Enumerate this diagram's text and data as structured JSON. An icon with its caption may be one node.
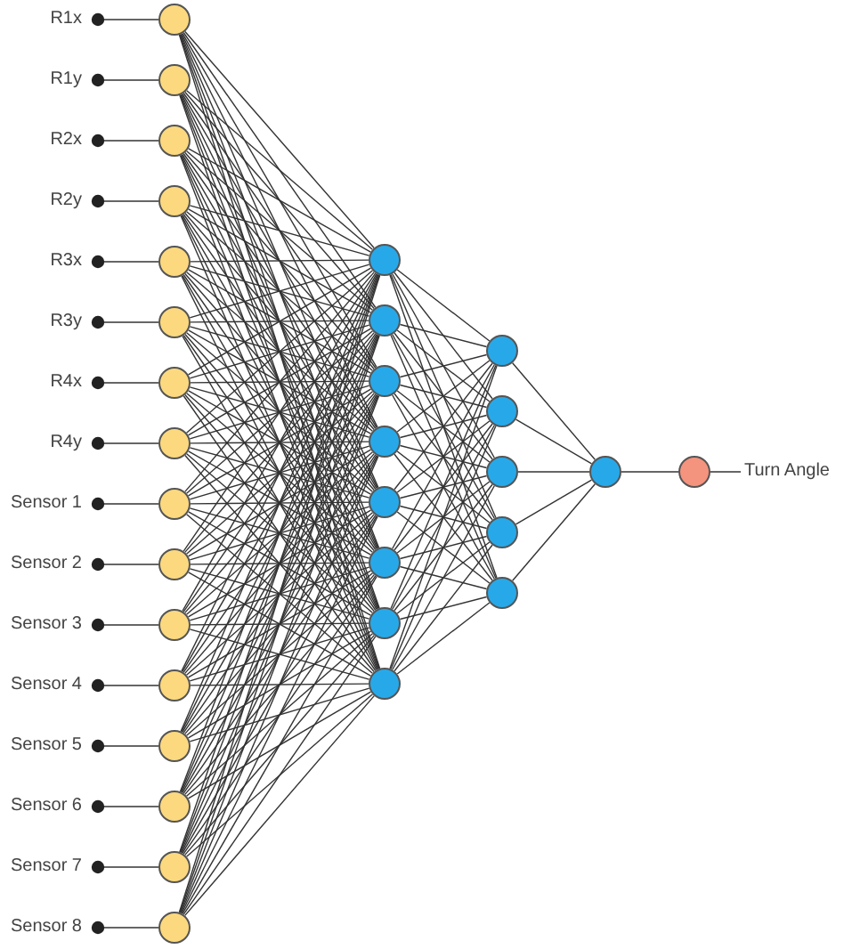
{
  "diagram": {
    "nodes": [
      {
        "text": [
          "R1x"
        ]
      },
      {
        "text": [
          "R1y"
        ]
      },
      {
        "text": [
          "R2x"
        ]
      },
      {
        "text": [
          "R2y"
        ]
      },
      {
        "text": [
          "R3x"
        ]
      },
      {
        "text": [
          "R3y"
        ]
      },
      {
        "text": [
          "R4x"
        ]
      },
      {
        "text": [
          "R4y"
        ]
      },
      {
        "text": [
          "Sensor 1"
        ]
      },
      {
        "text": [
          "Sensor 2"
        ]
      },
      {
        "text": [
          "Sensor 3"
        ]
      },
      {
        "text": [
          "Sensor 4"
        ]
      },
      {
        "text": [
          "Sensor 5"
        ]
      },
      {
        "text": [
          "Sensor 6"
        ]
      },
      {
        "text": [
          "Sensor 7"
        ]
      },
      {
        "text": [
          "Sensor 8"
        ]
      },
      {
        "text": [],
        "shape": "circle"
      },
      {
        "text": [],
        "shape": "circle"
      },
      {
        "text": [],
        "shape": "circle"
      },
      {
        "text": [],
        "shape": "circle"
      },
      {
        "text": [],
        "shape": "circle"
      },
      {
        "text": [],
        "shape": "circle"
      },
      {
        "text": [],
        "shape": "circle"
      },
      {
        "text": [],
        "shape": "circle"
      },
      {
        "text": [],
        "shape": "circle"
      },
      {
        "text": [],
        "shape": "circle"
      },
      {
        "text": [],
        "shape": "circle"
      },
      {
        "text": [],
        "shape": "circle"
      },
      {
        "text": [],
        "shape": "circle"
      },
      {
        "text": [],
        "shape": "circle"
      },
      {
        "text": [],
        "shape": "circle"
      },
      {
        "text": [],
        "shape": "circle"
      },
      {
        "text": [],
        "shape": "circle"
      },
      {
        "text": [],
        "shape": "circle"
      },
      {
        "text": [],
        "shape": "circle"
      },
      {
        "text": [],
        "shape": "circle"
      },
      {
        "text": [],
        "shape": "circle"
      },
      {
        "text": [],
        "shape": "circle"
      },
      {
        "text": [],
        "shape": "circle"
      },
      {
        "text": [],
        "shape": "circle"
      },
      {
        "text": [],
        "shape": "circle"
      },
      {
        "text": [],
        "shape": "circle"
      },
      {
        "text": [],
        "shape": "circle"
      },
      {
        "text": [],
        "shape": "circle"
      },
      {
        "text": [],
        "shape": "circle"
      },
      {
        "text": [],
        "shape": "circle"
      },
      {
        "text": [],
        "shape": "circle"
      },
      {
        "text": [
          "Turn Angle"
        ]
      }
    ],
    "edges": [
      {
        "from": 0,
        "to": 16,
        "arrow": "other"
      },
      {
        "from": 1,
        "to": 17,
        "arrow": "other"
      },
      {
        "from": 2,
        "to": 18,
        "arrow": "other"
      },
      {
        "from": 3,
        "to": 19,
        "arrow": "other"
      },
      {
        "from": 4,
        "to": 20,
        "arrow": "other"
      },
      {
        "from": 5,
        "to": 21,
        "arrow": "other"
      },
      {
        "from": 6,
        "to": 22,
        "arrow": "other"
      },
      {
        "from": 7,
        "to": 23,
        "arrow": "other"
      },
      {
        "from": 8,
        "to": 24,
        "arrow": "other"
      },
      {
        "from": 9,
        "to": 25,
        "arrow": "other"
      },
      {
        "from": 10,
        "to": 26,
        "arrow": "other"
      },
      {
        "from": 11,
        "to": 27,
        "arrow": "other"
      },
      {
        "from": 12,
        "to": 28,
        "arrow": "other"
      },
      {
        "from": 13,
        "to": 29,
        "arrow": "other"
      },
      {
        "from": 14,
        "to": 30,
        "arrow": "other"
      },
      {
        "from": 15,
        "to": 31,
        "arrow": "other"
      },
      {
        "from": 16,
        "to": 32,
        "arrow": "none"
      },
      {
        "from": 16,
        "to": 33,
        "arrow": "none"
      },
      {
        "from": 16,
        "to": 34,
        "arrow": "none"
      },
      {
        "from": 16,
        "to": 35,
        "arrow": "none"
      },
      {
        "from": 16,
        "to": 36,
        "arrow": "none"
      },
      {
        "from": 16,
        "to": 37,
        "arrow": "none"
      },
      {
        "from": 16,
        "to": 38,
        "arrow": "none"
      },
      {
        "from": 16,
        "to": 39,
        "arrow": "none"
      },
      {
        "from": 17,
        "to": 32,
        "arrow": "none"
      },
      {
        "from": 17,
        "to": 33,
        "arrow": "none"
      },
      {
        "from": 17,
        "to": 34,
        "arrow": "none"
      },
      {
        "from": 17,
        "to": 35,
        "arrow": "none"
      },
      {
        "from": 17,
        "to": 36,
        "arrow": "none"
      },
      {
        "from": 17,
        "to": 37,
        "arrow": "none"
      },
      {
        "from": 17,
        "to": 38,
        "arrow": "none"
      },
      {
        "from": 17,
        "to": 39,
        "arrow": "none"
      },
      {
        "from": 18,
        "to": 32,
        "arrow": "none"
      },
      {
        "from": 18,
        "to": 33,
        "arrow": "none"
      },
      {
        "from": 18,
        "to": 34,
        "arrow": "none"
      },
      {
        "from": 18,
        "to": 35,
        "arrow": "none"
      },
      {
        "from": 18,
        "to": 36,
        "arrow": "none"
      },
      {
        "from": 18,
        "to": 37,
        "arrow": "none"
      },
      {
        "from": 18,
        "to": 38,
        "arrow": "none"
      },
      {
        "from": 18,
        "to": 39,
        "arrow": "none"
      },
      {
        "from": 19,
        "to": 32,
        "arrow": "none"
      },
      {
        "from": 19,
        "to": 33,
        "arrow": "none"
      },
      {
        "from": 19,
        "to": 34,
        "arrow": "none"
      },
      {
        "from": 19,
        "to": 35,
        "arrow": "none"
      },
      {
        "from": 19,
        "to": 36,
        "arrow": "none"
      },
      {
        "from": 19,
        "to": 37,
        "arrow": "none"
      },
      {
        "from": 19,
        "to": 38,
        "arrow": "none"
      },
      {
        "from": 19,
        "to": 39,
        "arrow": "none"
      },
      {
        "from": 20,
        "to": 32,
        "arrow": "none"
      },
      {
        "from": 20,
        "to": 33,
        "arrow": "none"
      },
      {
        "from": 20,
        "to": 34,
        "arrow": "none"
      },
      {
        "from": 20,
        "to": 35,
        "arrow": "none"
      },
      {
        "from": 20,
        "to": 36,
        "arrow": "none"
      },
      {
        "from": 20,
        "to": 37,
        "arrow": "none"
      },
      {
        "from": 20,
        "to": 38,
        "arrow": "none"
      },
      {
        "from": 20,
        "to": 39,
        "arrow": "none"
      },
      {
        "from": 21,
        "to": 32,
        "arrow": "none"
      },
      {
        "from": 21,
        "to": 33,
        "arrow": "none"
      },
      {
        "from": 21,
        "to": 34,
        "arrow": "none"
      },
      {
        "from": 21,
        "to": 35,
        "arrow": "none"
      },
      {
        "from": 21,
        "to": 36,
        "arrow": "none"
      },
      {
        "from": 21,
        "to": 37,
        "arrow": "none"
      },
      {
        "from": 21,
        "to": 38,
        "arrow": "none"
      },
      {
        "from": 21,
        "to": 39,
        "arrow": "none"
      },
      {
        "from": 22,
        "to": 32,
        "arrow": "none"
      },
      {
        "from": 22,
        "to": 33,
        "arrow": "none"
      },
      {
        "from": 22,
        "to": 34,
        "arrow": "none"
      },
      {
        "from": 22,
        "to": 35,
        "arrow": "none"
      },
      {
        "from": 22,
        "to": 36,
        "arrow": "none"
      },
      {
        "from": 22,
        "to": 37,
        "arrow": "none"
      },
      {
        "from": 22,
        "to": 38,
        "arrow": "none"
      },
      {
        "from": 22,
        "to": 39,
        "arrow": "none"
      },
      {
        "from": 23,
        "to": 32,
        "arrow": "none"
      },
      {
        "from": 23,
        "to": 33,
        "arrow": "none"
      },
      {
        "from": 23,
        "to": 34,
        "arrow": "none"
      },
      {
        "from": 23,
        "to": 35,
        "arrow": "none"
      },
      {
        "from": 23,
        "to": 36,
        "arrow": "none"
      },
      {
        "from": 23,
        "to": 37,
        "arrow": "none"
      },
      {
        "from": 23,
        "to": 38,
        "arrow": "none"
      },
      {
        "from": 23,
        "to": 39,
        "arrow": "none"
      },
      {
        "from": 24,
        "to": 32,
        "arrow": "none"
      },
      {
        "from": 24,
        "to": 33,
        "arrow": "none"
      },
      {
        "from": 24,
        "to": 34,
        "arrow": "none"
      },
      {
        "from": 24,
        "to": 35,
        "arrow": "none"
      },
      {
        "from": 24,
        "to": 36,
        "arrow": "none"
      },
      {
        "from": 24,
        "to": 37,
        "arrow": "none"
      },
      {
        "from": 24,
        "to": 38,
        "arrow": "none"
      },
      {
        "from": 24,
        "to": 39,
        "arrow": "none"
      },
      {
        "from": 25,
        "to": 32,
        "arrow": "none"
      },
      {
        "from": 25,
        "to": 33,
        "arrow": "none"
      },
      {
        "from": 25,
        "to": 34,
        "arrow": "none"
      },
      {
        "from": 25,
        "to": 35,
        "arrow": "none"
      },
      {
        "from": 25,
        "to": 36,
        "arrow": "none"
      },
      {
        "from": 25,
        "to": 37,
        "arrow": "none"
      },
      {
        "from": 25,
        "to": 38,
        "arrow": "none"
      },
      {
        "from": 25,
        "to": 39,
        "arrow": "none"
      },
      {
        "from": 26,
        "to": 32,
        "arrow": "none"
      },
      {
        "from": 26,
        "to": 33,
        "arrow": "none"
      },
      {
        "from": 26,
        "to": 34,
        "arrow": "none"
      },
      {
        "from": 26,
        "to": 35,
        "arrow": "none"
      },
      {
        "from": 26,
        "to": 36,
        "arrow": "none"
      },
      {
        "from": 26,
        "to": 37,
        "arrow": "none"
      },
      {
        "from": 26,
        "to": 38,
        "arrow": "none"
      },
      {
        "from": 26,
        "to": 39,
        "arrow": "none"
      },
      {
        "from": 27,
        "to": 32,
        "arrow": "none"
      },
      {
        "from": 27,
        "to": 33,
        "arrow": "none"
      },
      {
        "from": 27,
        "to": 34,
        "arrow": "none"
      },
      {
        "from": 27,
        "to": 35,
        "arrow": "none"
      },
      {
        "from": 27,
        "to": 36,
        "arrow": "none"
      },
      {
        "from": 27,
        "to": 37,
        "arrow": "none"
      },
      {
        "from": 27,
        "to": 38,
        "arrow": "none"
      },
      {
        "from": 27,
        "to": 39,
        "arrow": "none"
      },
      {
        "from": 28,
        "to": 32,
        "arrow": "none"
      },
      {
        "from": 28,
        "to": 33,
        "arrow": "none"
      },
      {
        "from": 28,
        "to": 34,
        "arrow": "none"
      },
      {
        "from": 28,
        "to": 35,
        "arrow": "none"
      },
      {
        "from": 28,
        "to": 36,
        "arrow": "none"
      },
      {
        "from": 28,
        "to": 37,
        "arrow": "none"
      },
      {
        "from": 28,
        "to": 38,
        "arrow": "none"
      },
      {
        "from": 28,
        "to": 39,
        "arrow": "none"
      },
      {
        "from": 29,
        "to": 32,
        "arrow": "none"
      },
      {
        "from": 29,
        "to": 33,
        "arrow": "none"
      },
      {
        "from": 29,
        "to": 34,
        "arrow": "none"
      },
      {
        "from": 29,
        "to": 35,
        "arrow": "none"
      },
      {
        "from": 29,
        "to": 36,
        "arrow": "none"
      },
      {
        "from": 29,
        "to": 37,
        "arrow": "none"
      },
      {
        "from": 29,
        "to": 38,
        "arrow": "none"
      },
      {
        "from": 29,
        "to": 39,
        "arrow": "none"
      },
      {
        "from": 30,
        "to": 32,
        "arrow": "none"
      },
      {
        "from": 30,
        "to": 33,
        "arrow": "none"
      },
      {
        "from": 30,
        "to": 34,
        "arrow": "none"
      },
      {
        "from": 30,
        "to": 35,
        "arrow": "none"
      },
      {
        "from": 30,
        "to": 36,
        "arrow": "none"
      },
      {
        "from": 30,
        "to": 37,
        "arrow": "none"
      },
      {
        "from": 30,
        "to": 38,
        "arrow": "none"
      },
      {
        "from": 30,
        "to": 39,
        "arrow": "none"
      },
      {
        "from": 31,
        "to": 32,
        "arrow": "none"
      },
      {
        "from": 31,
        "to": 33,
        "arrow": "none"
      },
      {
        "from": 31,
        "to": 34,
        "arrow": "none"
      },
      {
        "from": 31,
        "to": 35,
        "arrow": "none"
      },
      {
        "from": 31,
        "to": 36,
        "arrow": "none"
      },
      {
        "from": 31,
        "to": 37,
        "arrow": "none"
      },
      {
        "from": 31,
        "to": 38,
        "arrow": "none"
      },
      {
        "from": 31,
        "to": 39,
        "arrow": "none"
      },
      {
        "from": 32,
        "to": 40,
        "arrow": "none"
      },
      {
        "from": 32,
        "to": 41,
        "arrow": "none"
      },
      {
        "from": 32,
        "to": 42,
        "arrow": "none"
      },
      {
        "from": 32,
        "to": 43,
        "arrow": "none"
      },
      {
        "from": 32,
        "to": 44,
        "arrow": "none"
      },
      {
        "from": 33,
        "to": 40,
        "arrow": "none"
      },
      {
        "from": 33,
        "to": 41,
        "arrow": "none"
      },
      {
        "from": 33,
        "to": 42,
        "arrow": "none"
      },
      {
        "from": 33,
        "to": 43,
        "arrow": "none"
      },
      {
        "from": 33,
        "to": 44,
        "arrow": "none"
      },
      {
        "from": 34,
        "to": 40,
        "arrow": "none"
      },
      {
        "from": 34,
        "to": 41,
        "arrow": "none"
      },
      {
        "from": 34,
        "to": 42,
        "arrow": "none"
      },
      {
        "from": 34,
        "to": 43,
        "arrow": "none"
      },
      {
        "from": 34,
        "to": 44,
        "arrow": "none"
      },
      {
        "from": 35,
        "to": 40,
        "arrow": "none"
      },
      {
        "from": 35,
        "to": 41,
        "arrow": "none"
      },
      {
        "from": 35,
        "to": 42,
        "arrow": "none"
      },
      {
        "from": 35,
        "to": 43,
        "arrow": "none"
      },
      {
        "from": 35,
        "to": 44,
        "arrow": "none"
      },
      {
        "from": 36,
        "to": 40,
        "arrow": "none"
      },
      {
        "from": 36,
        "to": 41,
        "arrow": "none"
      },
      {
        "from": 36,
        "to": 42,
        "arrow": "none"
      },
      {
        "from": 36,
        "to": 43,
        "arrow": "none"
      },
      {
        "from": 36,
        "to": 44,
        "arrow": "none"
      },
      {
        "from": 37,
        "to": 40,
        "arrow": "none"
      },
      {
        "from": 37,
        "to": 41,
        "arrow": "none"
      },
      {
        "from": 37,
        "to": 42,
        "arrow": "none"
      },
      {
        "from": 37,
        "to": 43,
        "arrow": "none"
      },
      {
        "from": 37,
        "to": 44,
        "arrow": "none"
      },
      {
        "from": 38,
        "to": 40,
        "arrow": "none"
      },
      {
        "from": 38,
        "to": 41,
        "arrow": "none"
      },
      {
        "from": 38,
        "to": 42,
        "arrow": "none"
      },
      {
        "from": 38,
        "to": 43,
        "arrow": "none"
      },
      {
        "from": 38,
        "to": 44,
        "arrow": "none"
      },
      {
        "from": 39,
        "to": 40,
        "arrow": "none"
      },
      {
        "from": 39,
        "to": 41,
        "arrow": "none"
      },
      {
        "from": 39,
        "to": 42,
        "arrow": "none"
      },
      {
        "from": 39,
        "to": 43,
        "arrow": "none"
      },
      {
        "from": 39,
        "to": 44,
        "arrow": "none"
      },
      {
        "from": 40,
        "to": 45,
        "arrow": "none"
      },
      {
        "from": 41,
        "to": 45,
        "arrow": "none"
      },
      {
        "from": 42,
        "to": 45,
        "arrow": "none"
      },
      {
        "from": 43,
        "to": 45,
        "arrow": "none"
      },
      {
        "from": 44,
        "to": 45,
        "arrow": "none"
      },
      {
        "from": 45,
        "to": 46,
        "arrow": "none"
      },
      {
        "from": 46,
        "to": 47,
        "arrow": "none"
      }
    ]
  }
}
